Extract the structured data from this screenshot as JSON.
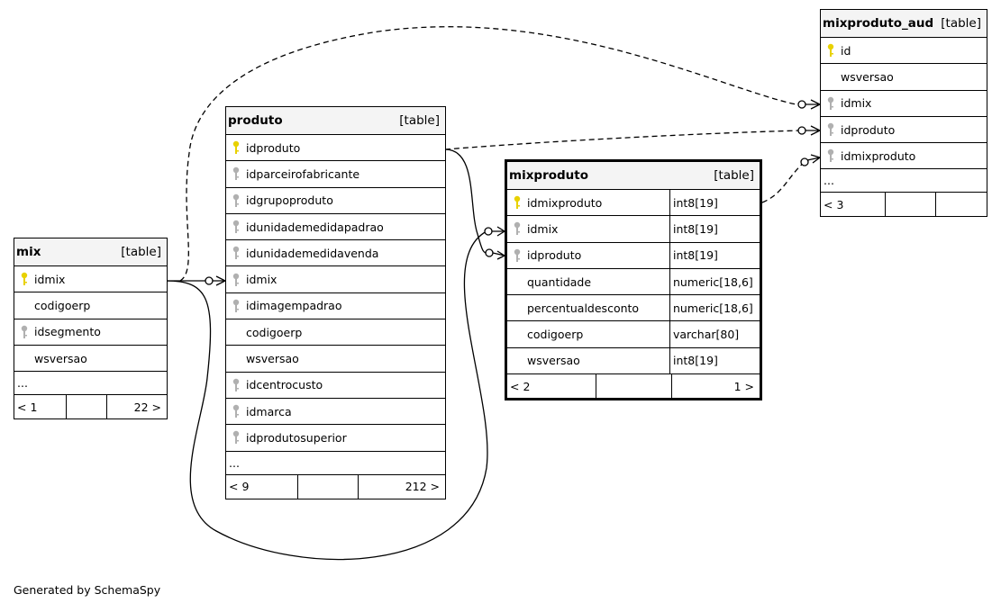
{
  "diagram": {
    "credit": "Generated by SchemaSpy",
    "colors": {
      "primary_key": "#e8d100",
      "foreign_key": "#b0b0b0",
      "line": "#000000",
      "header_bg": "#f4f4f4"
    },
    "tables": {
      "mix": {
        "name": "mix",
        "type": "[table]",
        "columns": [
          {
            "name": "idmix",
            "key": "primary-key-icon"
          },
          {
            "name": "codigoerp",
            "key": ""
          },
          {
            "name": "idsegmento",
            "key": "foreign-key-icon"
          },
          {
            "name": "wsversao",
            "key": ""
          }
        ],
        "ellipsis": "...",
        "footer": {
          "left": "< 1",
          "right": "22 >"
        }
      },
      "produto": {
        "name": "produto",
        "type": "[table]",
        "columns": [
          {
            "name": "idproduto",
            "key": "primary-key-icon"
          },
          {
            "name": "idparceirofabricante",
            "key": "foreign-key-icon"
          },
          {
            "name": "idgrupoproduto",
            "key": "foreign-key-icon"
          },
          {
            "name": "idunidademedidapadrao",
            "key": "foreign-key-icon"
          },
          {
            "name": "idunidademedidavenda",
            "key": "foreign-key-icon"
          },
          {
            "name": "idmix",
            "key": "foreign-key-icon"
          },
          {
            "name": "idimagempadrao",
            "key": "foreign-key-icon"
          },
          {
            "name": "codigoerp",
            "key": ""
          },
          {
            "name": "wsversao",
            "key": ""
          },
          {
            "name": "idcentrocusto",
            "key": "foreign-key-icon"
          },
          {
            "name": "idmarca",
            "key": "foreign-key-icon"
          },
          {
            "name": "idprodutosuperior",
            "key": "foreign-key-icon"
          }
        ],
        "ellipsis": "...",
        "footer": {
          "left": "< 9",
          "right": "212 >"
        }
      },
      "mixproduto": {
        "name": "mixproduto",
        "type": "[table]",
        "columns": [
          {
            "name": "idmixproduto",
            "key": "primary-key-icon",
            "type": "int8[19]"
          },
          {
            "name": "idmix",
            "key": "foreign-key-icon",
            "type": "int8[19]"
          },
          {
            "name": "idproduto",
            "key": "foreign-key-icon",
            "type": "int8[19]"
          },
          {
            "name": "quantidade",
            "key": "",
            "type": "numeric[18,6]"
          },
          {
            "name": "percentualdesconto",
            "key": "",
            "type": "numeric[18,6]"
          },
          {
            "name": "codigoerp",
            "key": "",
            "type": "varchar[80]"
          },
          {
            "name": "wsversao",
            "key": "",
            "type": "int8[19]"
          }
        ],
        "footer": {
          "left": "< 2",
          "right": "1 >"
        }
      },
      "mixproduto_aud": {
        "name": "mixproduto_aud",
        "type": "[table]",
        "columns": [
          {
            "name": "id",
            "key": "primary-key-icon"
          },
          {
            "name": "wsversao",
            "key": ""
          },
          {
            "name": "idmix",
            "key": "foreign-key-icon"
          },
          {
            "name": "idproduto",
            "key": "foreign-key-icon"
          },
          {
            "name": "idmixproduto",
            "key": "foreign-key-icon"
          }
        ],
        "ellipsis": "...",
        "footer": {
          "left": "< 3",
          "right": ""
        }
      }
    }
  }
}
